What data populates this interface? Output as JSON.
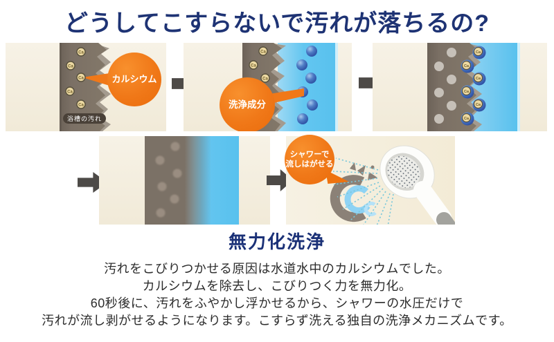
{
  "title": "どうしてこすらないで汚れが落ちるの?",
  "ca_label": "Ca",
  "steps": {
    "step1": {
      "callout": "カルシウム",
      "caption": "浴槽の汚れ"
    },
    "step2": {
      "callout": "洗浄成分"
    },
    "step5": {
      "callout_line1": "シャワーで",
      "callout_line2": "流しはがせる"
    }
  },
  "summary": {
    "heading": "無力化洗浄",
    "lines": [
      "汚れをこびりつかせる原因は水道水中のカルシウムでした。",
      "カルシウムを除去し、こびりつく力を無力化。",
      "60秒後に、汚れをふやかし浮かせるから、シャワーの水圧だけで",
      "汚れが流し剥がせるようになります。こすらず洗える独自の洗浄メカニズムです。"
    ]
  },
  "colors": {
    "title_navy": "#1e3374",
    "accent_orange": "#f07818",
    "water_blue": "#5ac2ef",
    "dirt_brown": "#776c62",
    "arrow_gray": "#4d4a47"
  }
}
